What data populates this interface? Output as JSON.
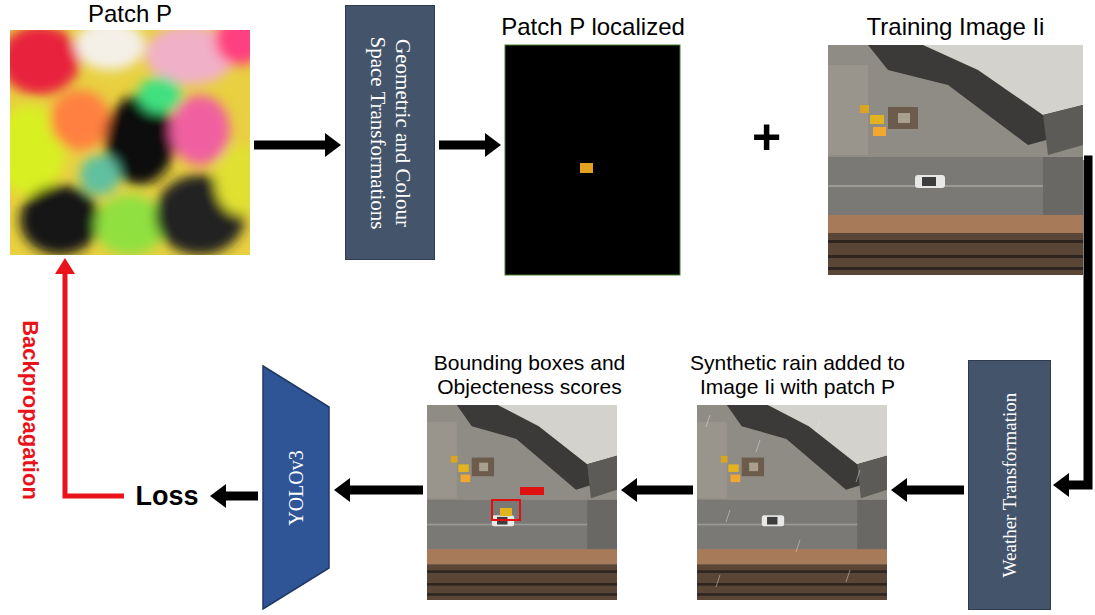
{
  "diagram": {
    "nodes": [
      {
        "text": [
          "Patch P"
        ]
      },
      {
        "text": [
          "Geometric and Colour Space Transformations"
        ]
      },
      {
        "text": [
          "Patch P localized"
        ]
      },
      {
        "text": [
          "Training Image Ii"
        ]
      },
      {
        "text": [
          "Weather Transformation"
        ]
      },
      {
        "text": [
          "Synthetic rain added to Image Ii with patch P"
        ]
      },
      {
        "text": [
          "Bounding boxes and Objecteness scores"
        ]
      },
      {
        "text": [
          "YOLOv3"
        ]
      },
      {
        "text": [
          "Loss"
        ]
      }
    ],
    "edges": [
      {
        "from": 0,
        "to": 1,
        "arrow": "to"
      },
      {
        "from": 1,
        "to": 2,
        "arrow": "to"
      },
      {
        "from": 3,
        "to": 4,
        "arrow": "to"
      },
      {
        "from": 4,
        "to": 5,
        "arrow": "to"
      },
      {
        "from": 5,
        "to": 6,
        "arrow": "to"
      },
      {
        "from": 6,
        "to": 7,
        "arrow": "to"
      },
      {
        "from": 7,
        "to": 8,
        "arrow": "to"
      },
      {
        "from": 8,
        "to": 0,
        "label": "Backpropagation",
        "arrow": "to"
      }
    ],
    "labels": [
      "+"
    ]
  }
}
